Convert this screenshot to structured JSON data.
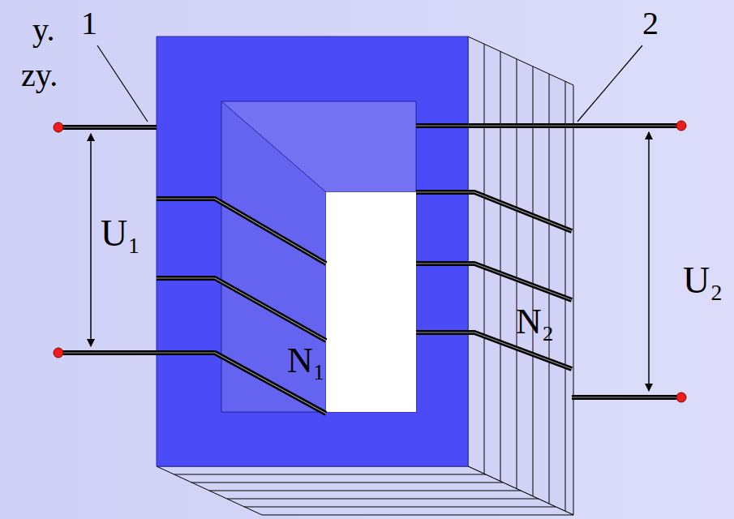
{
  "diagram": {
    "labels": [
      "y.",
      "zy.",
      "1",
      "2",
      "U₁",
      "N₁",
      "N₂",
      "U₂"
    ]
  }
}
